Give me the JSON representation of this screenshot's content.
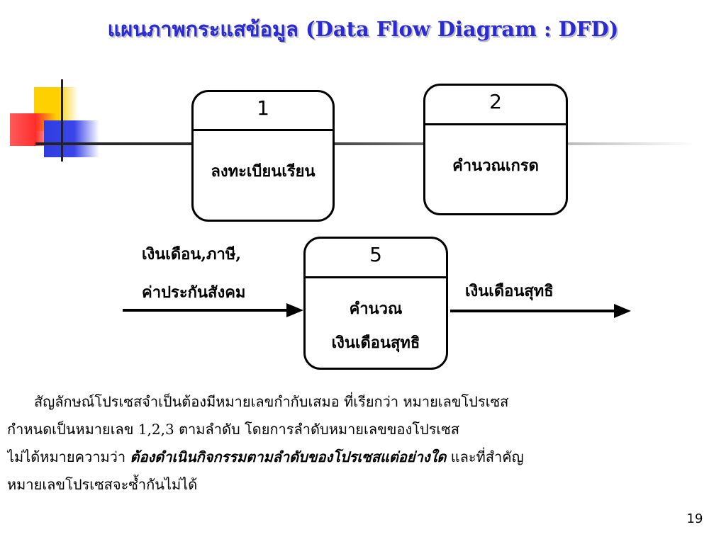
{
  "title": "แผนภาพกระแสข้อมูล (Data Flow Diagram : DFD)",
  "processes": [
    {
      "number": "1",
      "label_line1": "ลงทะเบียนเรียน",
      "label_line2": ""
    },
    {
      "number": "2",
      "label_line1": "คำนวณเกรด",
      "label_line2": ""
    },
    {
      "number": "5",
      "label_line1": "คำนวณ",
      "label_line2": "เงินเดือนสุทธิ"
    }
  ],
  "flows": {
    "input_line1": "เงินเดือน,ภาษี,",
    "input_line2": "ค่าประกันสังคม",
    "output": "เงินเดือนสุทธิ"
  },
  "paragraph": {
    "line1": "สัญลักษณ์โปรเซสจำเป็นต้องมีหมายเลขกำกับเสมอ ที่เรียกว่า หมายเลขโปรเซส",
    "line2": "กำหนดเป็นหมายเลข 1,2,3 ตามลำดับ  โดยการลำดับหมายเลขของโปรเซส",
    "line3_start": "ไม่ได้หมายความว่า ",
    "line3_emph": "ต้องดำเนินกิจกรรมตามลำดับของโปรเซสแต่อย่างใด",
    "line3_end": " และที่สำคัญ",
    "line4": "หมายเลขโปรเซสจะซ้ำกันไม่ได้"
  },
  "page_number": "19",
  "colors": {
    "title": "#2b2bd6",
    "deco_yellow": "#ffd000",
    "deco_red": "#ff2d2d",
    "deco_blue": "#2f3ce0"
  }
}
